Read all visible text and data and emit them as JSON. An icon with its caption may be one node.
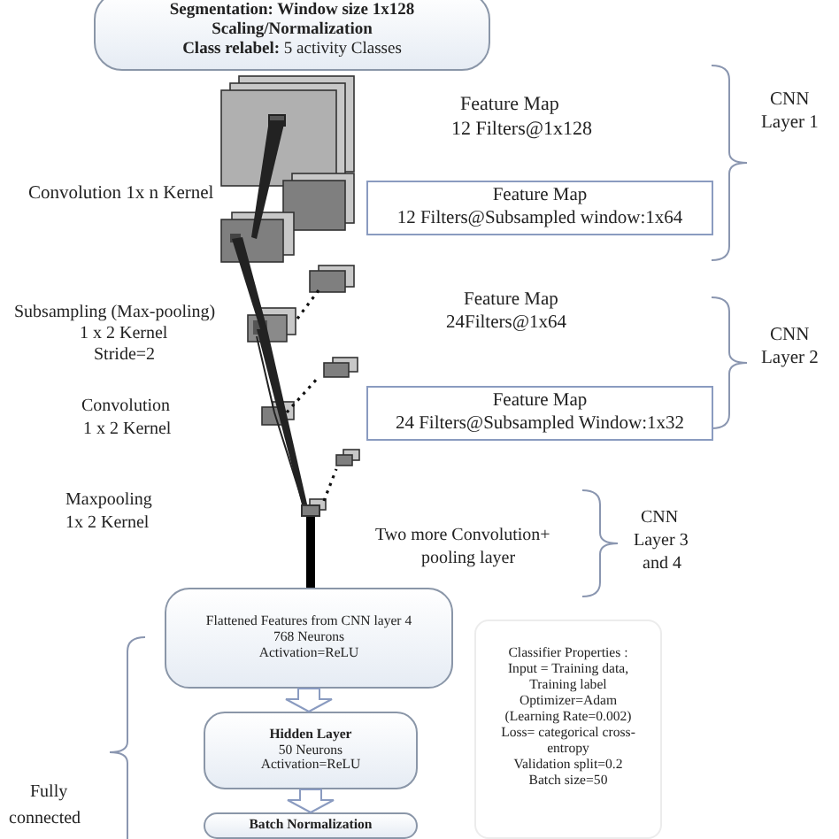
{
  "diagram": {
    "nodes": [
      {
        "text": [
          "Segmentation: Window size 1x128",
          "Scaling/Normalization",
          "**Class relabel:** 5 activity Classes"
        ]
      },
      {
        "text": [
          "Feature Map",
          "12 Filters@Subsampled window:1x64"
        ]
      },
      {
        "text": [
          "Feature Map",
          "24 Filters@Subsampled Window:1x32"
        ]
      },
      {
        "text": [
          "Flattened Features from CNN layer 4",
          "768 Neurons",
          "Activation=ReLU"
        ]
      },
      {
        "text": [
          "Hidden Layer",
          "50 Neurons",
          "Activation=ReLU"
        ]
      },
      {
        "text": [
          "Batch Normalization"
        ]
      },
      {
        "text": [],
        "shape": "box"
      },
      {
        "text": [
          "Classifier Properties :",
          "Input = Training data,",
          "Training label",
          "Optimizer=Adam",
          "(Learning Rate=0.002)",
          "Loss= categorical cross-",
          "entropy",
          "Validation split=0.2",
          "Batch size=50"
        ]
      }
    ],
    "edges": [
      {
        "from": 6,
        "to": 3,
        "arrow": "none",
        "color": "#000000"
      },
      {
        "from": 3,
        "to": 4,
        "arrow": "to"
      },
      {
        "from": 4,
        "to": 5,
        "arrow": "to"
      }
    ],
    "labels": [
      "Feature Map",
      "12 Filters@1x128",
      "CNN",
      "Layer 1",
      "Convolution 1x n Kernel",
      "Subsampling (Max-pooling)",
      "1 x 2 Kernel",
      "Stride=2",
      "Feature Map",
      "24Filters@1x64",
      "CNN",
      "Layer 2",
      "Convolution",
      "1 x 2 Kernel",
      "Maxpooling",
      "1x 2 Kernel",
      "Two more Convolution+",
      "pooling layer",
      "CNN",
      "Layer 3",
      "and 4",
      "Fully",
      "connected"
    ]
  }
}
